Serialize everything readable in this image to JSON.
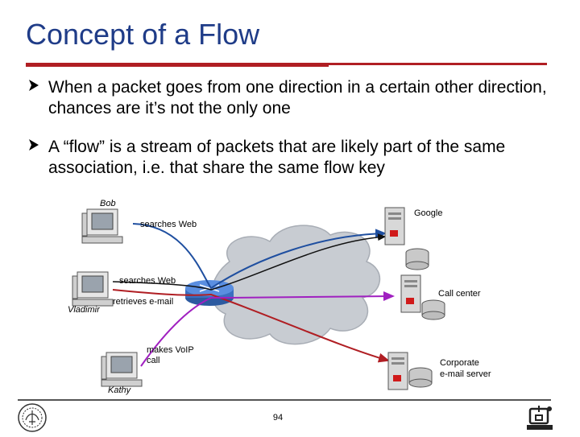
{
  "title": "Concept of a Flow",
  "bullets": [
    "When a packet goes from one direction in a certain other direction, chances are it’s not the only one",
    "A “flow” is a stream of packets that are likely part of the same association, i.e. that share the same flow key"
  ],
  "diagram": {
    "users": [
      {
        "name": "Bob",
        "action": "searches Web"
      },
      {
        "name": "Vladimir",
        "action": "searches Web",
        "action2": "retrieves e-mail"
      },
      {
        "name": "Kathy",
        "action": "makes VoIP",
        "action2": "call"
      }
    ],
    "servers": [
      {
        "name": "Google"
      },
      {
        "name": "Call center"
      },
      {
        "name": "Corporate",
        "name2": "e-mail server"
      }
    ],
    "colors": {
      "bob": "#1f4fa0",
      "vladimir_web": "#101010",
      "vladimir_mail": "#b01e23",
      "kathy": "#a020c0"
    }
  },
  "page_number": "94",
  "accent_color": "#b01e23",
  "title_color": "#1f3c88"
}
